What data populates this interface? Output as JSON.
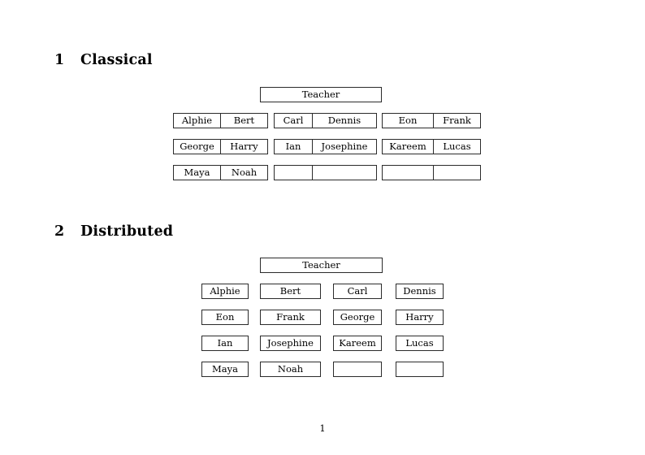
{
  "document": {
    "page_number": "1",
    "sections": [
      {
        "number": "1",
        "title": "Classical",
        "teacher_label": "Teacher",
        "layout": "grouped-pairs",
        "groups": [
          {
            "rows": [
              [
                "Alphie",
                "Bert"
              ],
              [
                "George",
                "Harry"
              ],
              [
                "Maya",
                "Noah"
              ]
            ]
          },
          {
            "rows": [
              [
                "Carl",
                "Dennis"
              ],
              [
                "Ian",
                "Josephine"
              ],
              [
                "",
                ""
              ]
            ]
          },
          {
            "rows": [
              [
                "Eon",
                "Frank"
              ],
              [
                "Kareem",
                "Lucas"
              ],
              [
                "",
                ""
              ]
            ]
          }
        ]
      },
      {
        "number": "2",
        "title": "Distributed",
        "teacher_label": "Teacher",
        "layout": "separate-boxes",
        "rows": [
          [
            "Alphie",
            "Bert",
            "Carl",
            "Dennis"
          ],
          [
            "Eon",
            "Frank",
            "George",
            "Harry"
          ],
          [
            "Ian",
            "Josephine",
            "Kareem",
            "Lucas"
          ],
          [
            "Maya",
            "Noah",
            "",
            ""
          ]
        ]
      }
    ]
  },
  "colors": {
    "page_background": "#ffffff",
    "text": "#000000",
    "border": "#2b2b2b"
  }
}
